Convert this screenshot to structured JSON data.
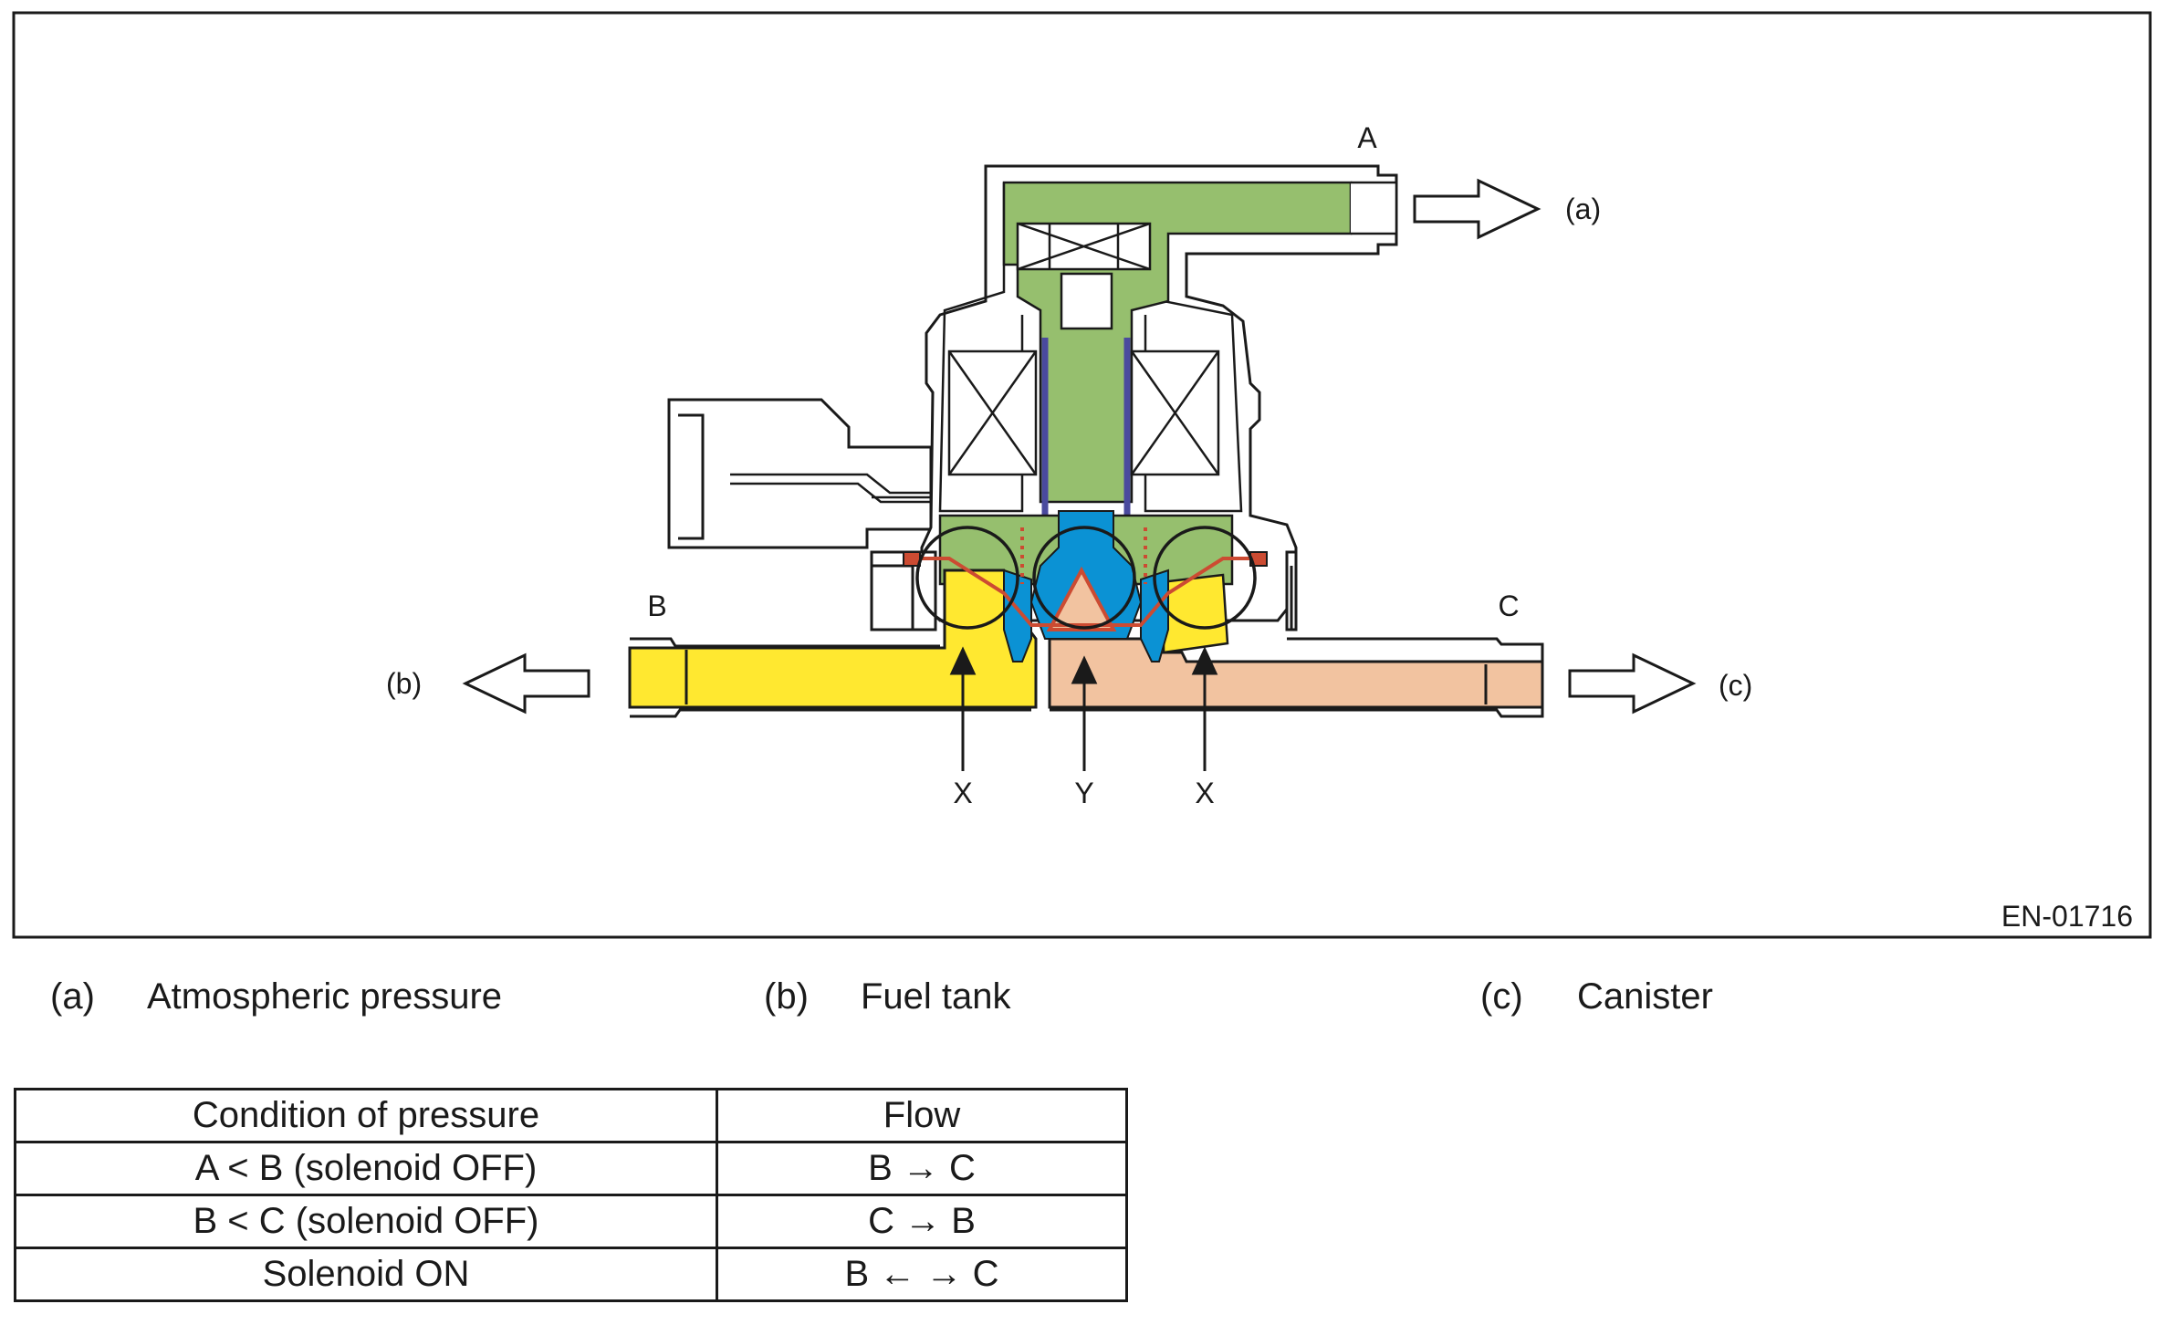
{
  "diagram": {
    "figure_id": "EN-01716",
    "port_labels": {
      "a": "A",
      "b": "B",
      "c": "C"
    },
    "flow_labels": {
      "a": "(a)",
      "b": "(b)",
      "c": "(c)"
    },
    "callouts": {
      "x_left": "X",
      "y": "Y",
      "x_right": "X"
    },
    "colors": {
      "atmosphere_chamber": "#96bf6e",
      "fuel_tank_chamber": "#ffe830",
      "canister_chamber": "#f2c3a0",
      "valve_blue": "#0b92d4",
      "diaphragm_red": "#cc4b32",
      "armature_outline": "#4a4a9e"
    }
  },
  "legend": [
    {
      "key": "(a)",
      "text": "Atmospheric pressure"
    },
    {
      "key": "(b)",
      "text": "Fuel tank"
    },
    {
      "key": "(c)",
      "text": "Canister"
    }
  ],
  "table": {
    "headers": [
      "Condition of pressure",
      "Flow"
    ],
    "rows": [
      [
        "A < B (solenoid OFF)",
        "B → C"
      ],
      [
        "B < C (solenoid OFF)",
        "C → B"
      ],
      [
        "Solenoid ON",
        "B ← → C"
      ]
    ]
  }
}
